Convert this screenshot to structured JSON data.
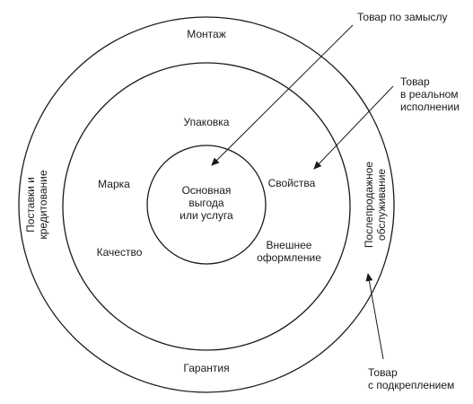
{
  "diagram": {
    "levels": {
      "core": "Основная\nвыгода\nили услуга",
      "actual": [
        "Упаковка",
        "Марка",
        "Свойства",
        "Качество",
        "Внешнее\nоформление"
      ],
      "augmented": [
        "Монтаж",
        "Гарантия",
        "Поставки и\nкредитование",
        "Послепродажное\nобслуживание"
      ]
    },
    "callouts": {
      "idea": "Товар по замыслу",
      "real": "Товар\nв реальном\nисполнении",
      "reinforced": "Товар\nс подкреплением"
    }
  }
}
